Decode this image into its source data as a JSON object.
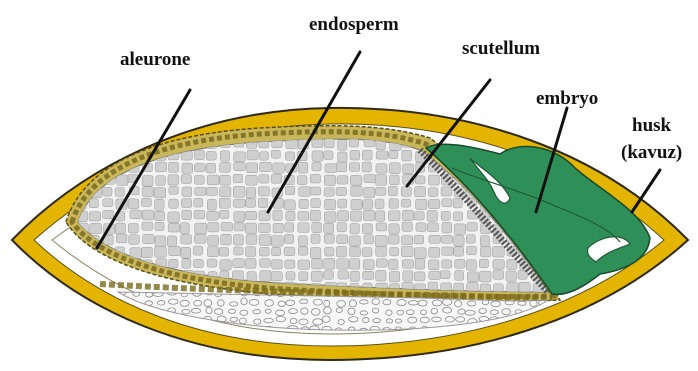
{
  "labels": {
    "aleurone": "aleurone",
    "endosperm": "endosperm",
    "scutellum": "scutellum",
    "embryo": "embryo",
    "husk_line1": "husk",
    "husk_line2": "(kavuz)"
  },
  "colors": {
    "husk": "#e3b400",
    "husk_edge": "#2e2a10",
    "aleurone": "#9a8a3a",
    "endosperm_cell": "#cfcfcf",
    "embryo": "#2f8f58",
    "background": "#ffffff"
  }
}
